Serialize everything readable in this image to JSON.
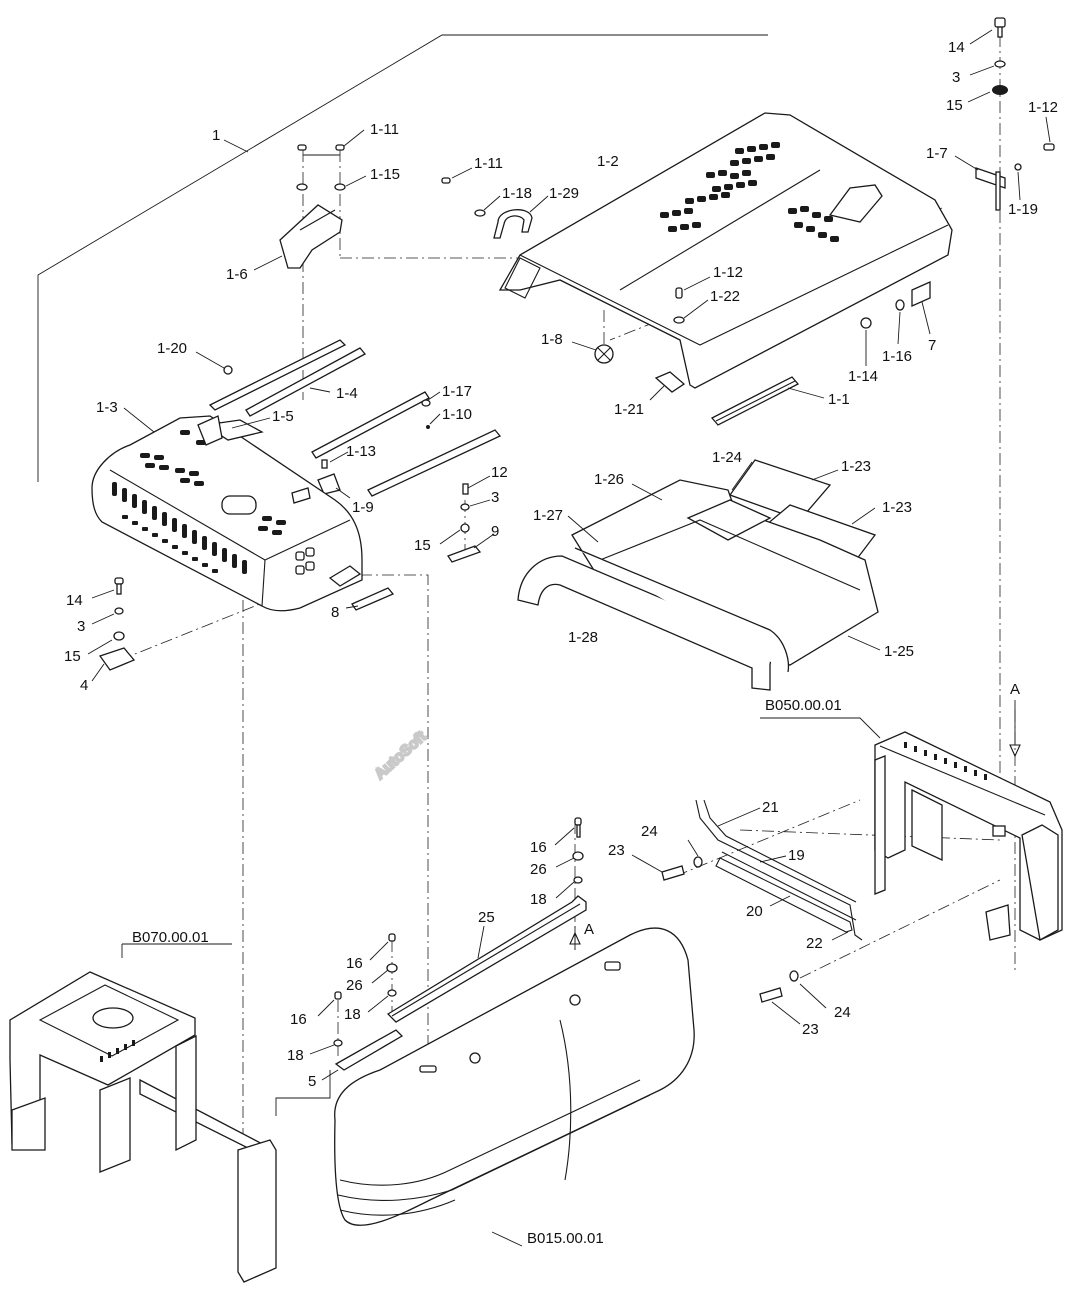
{
  "watermark": "AutoSoft",
  "references": {
    "frame_rear": "B070.00.01",
    "frame_front": "B050.00.01",
    "counterweight": "B015.00.01"
  },
  "callouts": {
    "top_right_14": "14",
    "top_right_3": "3",
    "top_right_15": "15",
    "top_right_1_12": "1-12",
    "c1_7": "1-7",
    "c1_19": "1-19",
    "c1": "1",
    "c1_11a": "1-11",
    "c1_15": "1-15",
    "c1_6": "1-6",
    "c1_11b": "1-11",
    "c1_18": "1-18",
    "c1_29": "1-29",
    "c1_2": "1-2",
    "c1_12b": "1-12",
    "c1_22": "1-22",
    "c1_8": "1-8",
    "c1_14": "1-14",
    "c1_16": "1-16",
    "c7": "7",
    "c1_21": "1-21",
    "c1_1": "1-1",
    "c1_20": "1-20",
    "c1_4": "1-4",
    "c1_17": "1-17",
    "c1_3": "1-3",
    "c1_5": "1-5",
    "c1_10": "1-10",
    "c1_13": "1-13",
    "c12": "12",
    "c3a": "3",
    "c1_9": "1-9",
    "c15a": "15",
    "c9": "9",
    "c8": "8",
    "c14": "14",
    "c3b": "3",
    "c15b": "15",
    "c4": "4",
    "c1_24": "1-24",
    "c1_23a": "1-23",
    "c1_26": "1-26",
    "c1_23b": "1-23",
    "c1_27": "1-27",
    "c1_28": "1-28",
    "c1_25": "1-25",
    "cA_top": "A",
    "c21": "21",
    "c24a": "24",
    "c23a": "23",
    "c19": "19",
    "c20": "20",
    "c22": "22",
    "c24b": "24",
    "c23b": "23",
    "c16a": "16",
    "c26a": "26",
    "c18a": "18",
    "c25": "25",
    "cA_mid": "A",
    "c16b": "16",
    "c26b": "26",
    "c16c": "16",
    "c18b": "18",
    "c18c": "18",
    "c5": "5"
  }
}
